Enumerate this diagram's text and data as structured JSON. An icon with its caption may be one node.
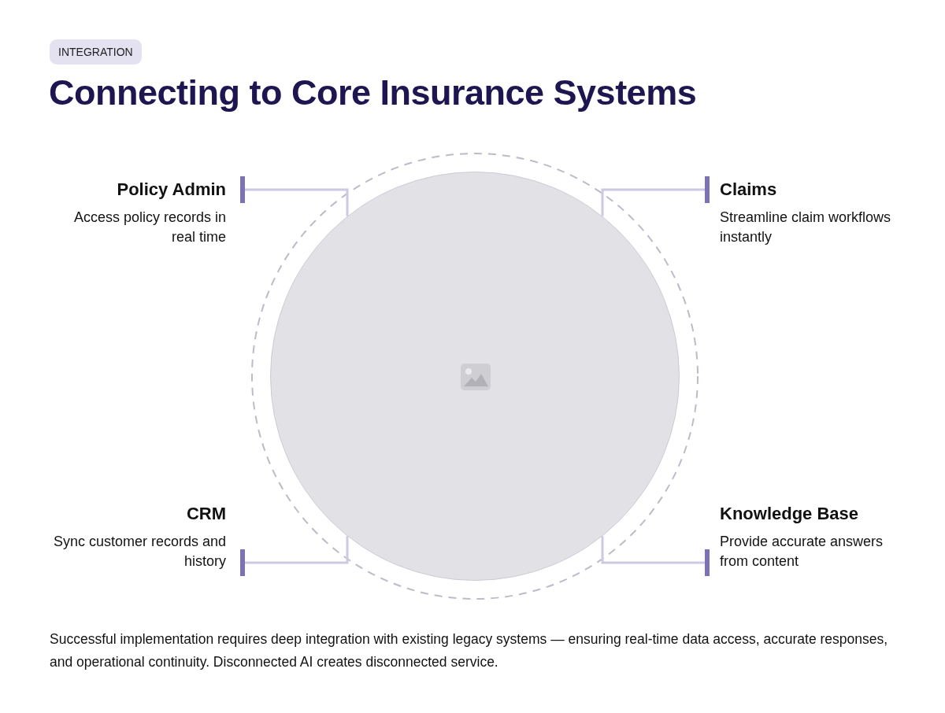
{
  "diagram": {
    "title": "Connecting to Core Insurance Systems",
    "caption": "Successful implementation requires deep integration with existing legacy systems — ensuring real-time data access, accurate responses, and operational continuity. Disconnected AI creates disconnected service.",
    "nodes": [
      {
        "text": [],
        "shape": "circle"
      },
      {
        "text": [
          "Policy Admin",
          "Access policy records in real time"
        ]
      },
      {
        "text": [
          "Claims",
          "Streamline claim workflows instantly"
        ]
      },
      {
        "text": [
          "CRM",
          "Sync customer records and history"
        ]
      },
      {
        "text": [
          "Knowledge Base",
          "Provide accurate answers from content"
        ]
      }
    ],
    "edges": [
      {
        "from": 1,
        "to": 0,
        "arrow": "other"
      },
      {
        "from": 2,
        "to": 0,
        "arrow": "other"
      },
      {
        "from": 3,
        "to": 0,
        "arrow": "other"
      },
      {
        "from": 4,
        "to": 0,
        "arrow": "other"
      }
    ],
    "labels": [
      "INTEGRATION"
    ]
  }
}
